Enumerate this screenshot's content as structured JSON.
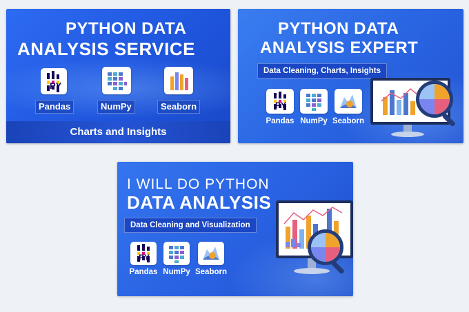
{
  "cards": [
    {
      "title_line1": "PYTHON DATA",
      "title_line2": "ANALYSIS SERVICE",
      "libraries": [
        "Pandas",
        "NumPy",
        "Seaborn"
      ],
      "footer": "Charts and Insights"
    },
    {
      "title_line1": "PYTHON DATA",
      "title_line2": "ANALYSIS EXPERT",
      "subtitle": "Data Cleaning, Charts, Insights",
      "libraries": [
        "Pandas",
        "NumPy",
        "Seaborn"
      ]
    },
    {
      "title_line1": "I WILL DO PYTHON",
      "title_line2": "DATA ANALYSIS",
      "subtitle": "Data Cleaning and Visualization",
      "libraries": [
        "Pandas",
        "NumPy",
        "Seaborn"
      ]
    }
  ],
  "icons": {
    "pandas": "pandas-logo-icon",
    "numpy": "numpy-logo-icon",
    "seaborn": "seaborn-logo-icon",
    "chart": "bar-chart-icon",
    "magnifier": "magnifier-icon"
  },
  "colors": {
    "background": "#eef1f6",
    "card_blue": "#2a66e3",
    "band_blue": "#1b47c4",
    "pandas_purple": "#150458",
    "pandas_pink": "#e70488",
    "pandas_yellow": "#ffca00",
    "numpy_blue": "#4d77cf",
    "seaborn_orange": "#f0a32c"
  }
}
